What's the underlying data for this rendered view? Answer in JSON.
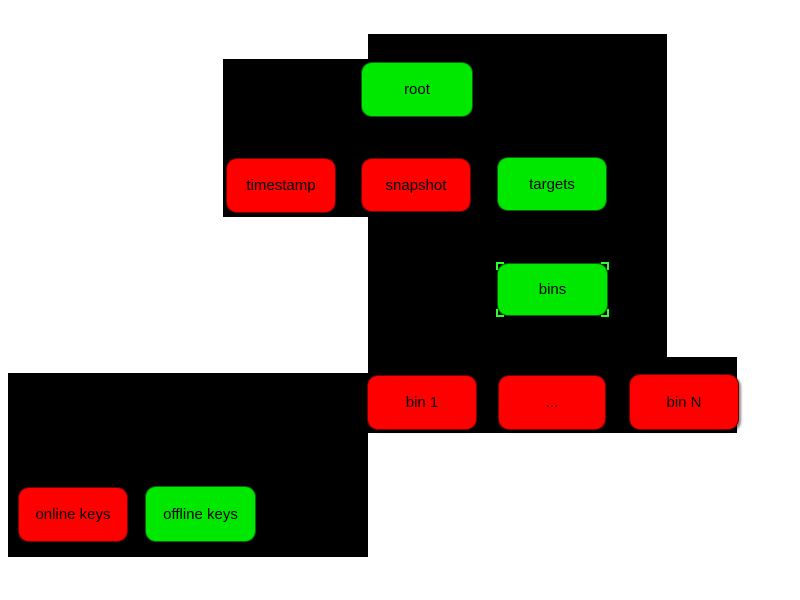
{
  "colors": {
    "online_keys_red": "#ff0000",
    "offline_keys_green": "#00e800",
    "panel_black": "#000000",
    "page_background": "#ffffff",
    "label_text": "#000000",
    "selection_handle_green": "#2dff2d"
  },
  "nodes": [
    {
      "label": "root",
      "keys": "offline"
    },
    {
      "label": "timestamp",
      "keys": "online"
    },
    {
      "label": "snapshot",
      "keys": "online"
    },
    {
      "label": "targets",
      "keys": "offline"
    },
    {
      "label": "bins",
      "keys": "offline",
      "selected": true
    },
    {
      "label": "bin 1",
      "keys": "online"
    },
    {
      "label": "...",
      "keys": "online"
    },
    {
      "label": "bin N",
      "keys": "online"
    }
  ],
  "legend": [
    {
      "label": "online keys",
      "keys": "online"
    },
    {
      "label": "offline keys",
      "keys": "offline"
    }
  ]
}
